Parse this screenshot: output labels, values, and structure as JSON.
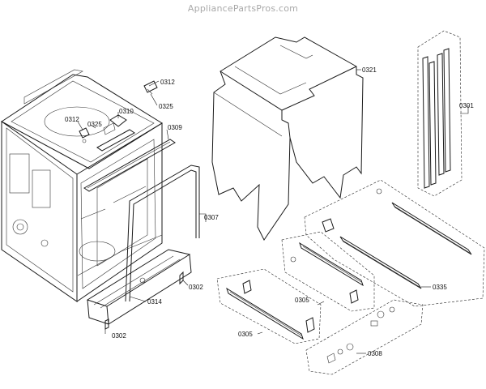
{
  "watermark": "AppliancePartsPros.com",
  "labels": {
    "p0312a": "0312",
    "p0325a": "0325",
    "p0310": "0310",
    "p0312b": "0312",
    "p0325b": "0325",
    "p0309": "0309",
    "p0321": "0321",
    "p0301": "0301",
    "p0307": "0307",
    "p0302a": "0302",
    "p0314": "0314",
    "p0302b": "0302",
    "p0335": "0335",
    "p0305a": "0305",
    "p0305b": "0305",
    "p0308": "0308"
  }
}
